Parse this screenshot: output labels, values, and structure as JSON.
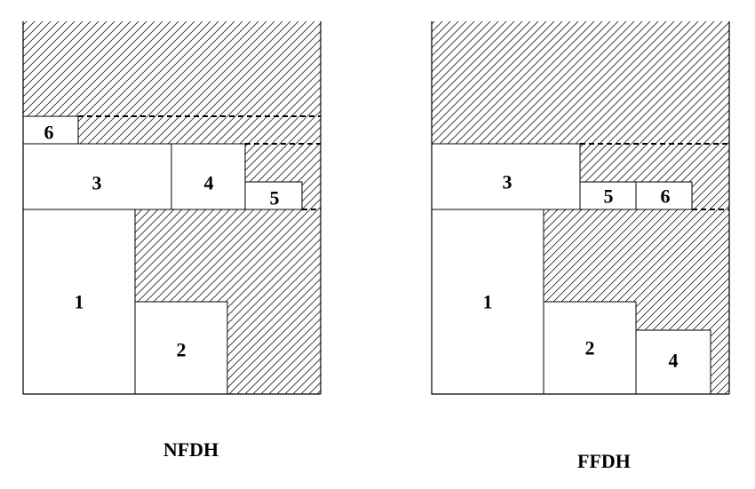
{
  "diagrams": {
    "nfdh": {
      "caption": "NFDH",
      "items": [
        "1",
        "2",
        "3",
        "4",
        "5",
        "6"
      ]
    },
    "ffdh": {
      "caption": "FFDH",
      "items": [
        "1",
        "2",
        "3",
        "4",
        "5",
        "6"
      ]
    }
  }
}
